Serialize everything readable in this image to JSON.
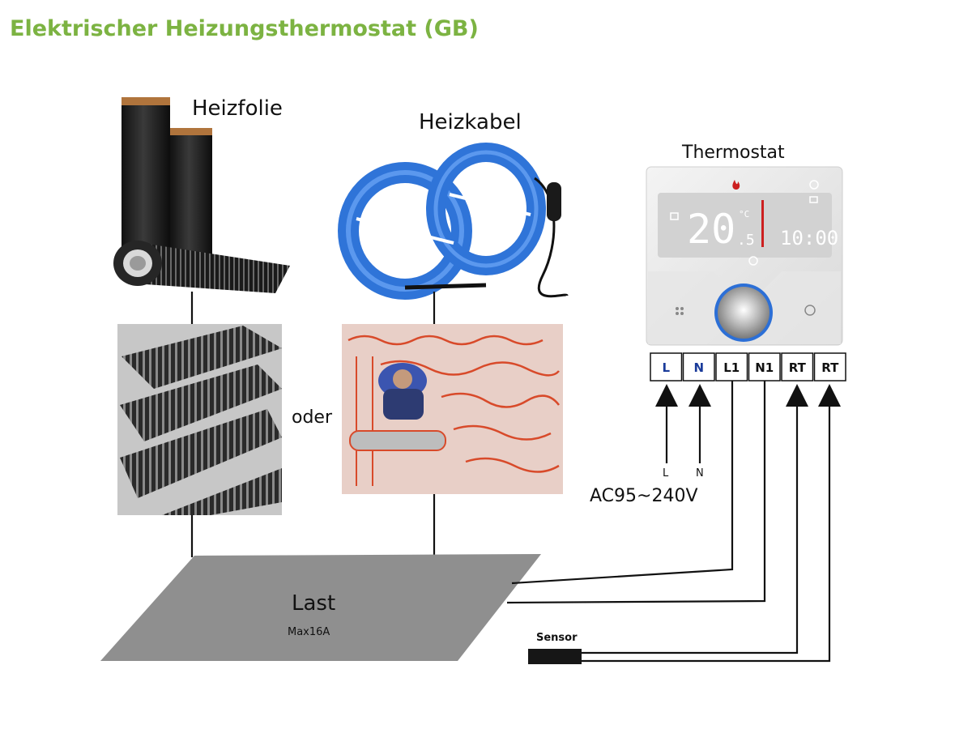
{
  "title": "Elektrischer Heizungsthermostat (GB)",
  "colors": {
    "title": "#7cb342",
    "load_fill": "#8f8f8f",
    "cable_blue": "#2f74d8",
    "heating_red": "#d84a2a",
    "display_red": "#cc1f1f",
    "terminal_blue": "#1a3b9a"
  },
  "labels": {
    "heizfolie": "Heizfolie",
    "heizkabel": "Heizkabel",
    "thermostat": "Thermostat",
    "oder": "oder",
    "last": "Last",
    "max": "Max16A",
    "sensor": "Sensor",
    "voltage": "AC95~240V",
    "input_l": "L",
    "input_n": "N"
  },
  "display": {
    "temperature": "20",
    "temperature_decimal": ".5",
    "unit": "°C",
    "time": "10:00"
  },
  "terminals": [
    {
      "label": "L",
      "color": "#1a3b9a"
    },
    {
      "label": "N",
      "color": "#1a3b9a"
    },
    {
      "label": "L1",
      "color": "#111111"
    },
    {
      "label": "N1",
      "color": "#111111"
    },
    {
      "label": "RT",
      "color": "#111111"
    },
    {
      "label": "RT",
      "color": "#111111"
    }
  ],
  "icons": [
    "fire-icon",
    "clock-icon",
    "lock-icon",
    "calendar-icon",
    "power-icon",
    "grid-icon",
    "timer-icon",
    "knob-icon"
  ]
}
